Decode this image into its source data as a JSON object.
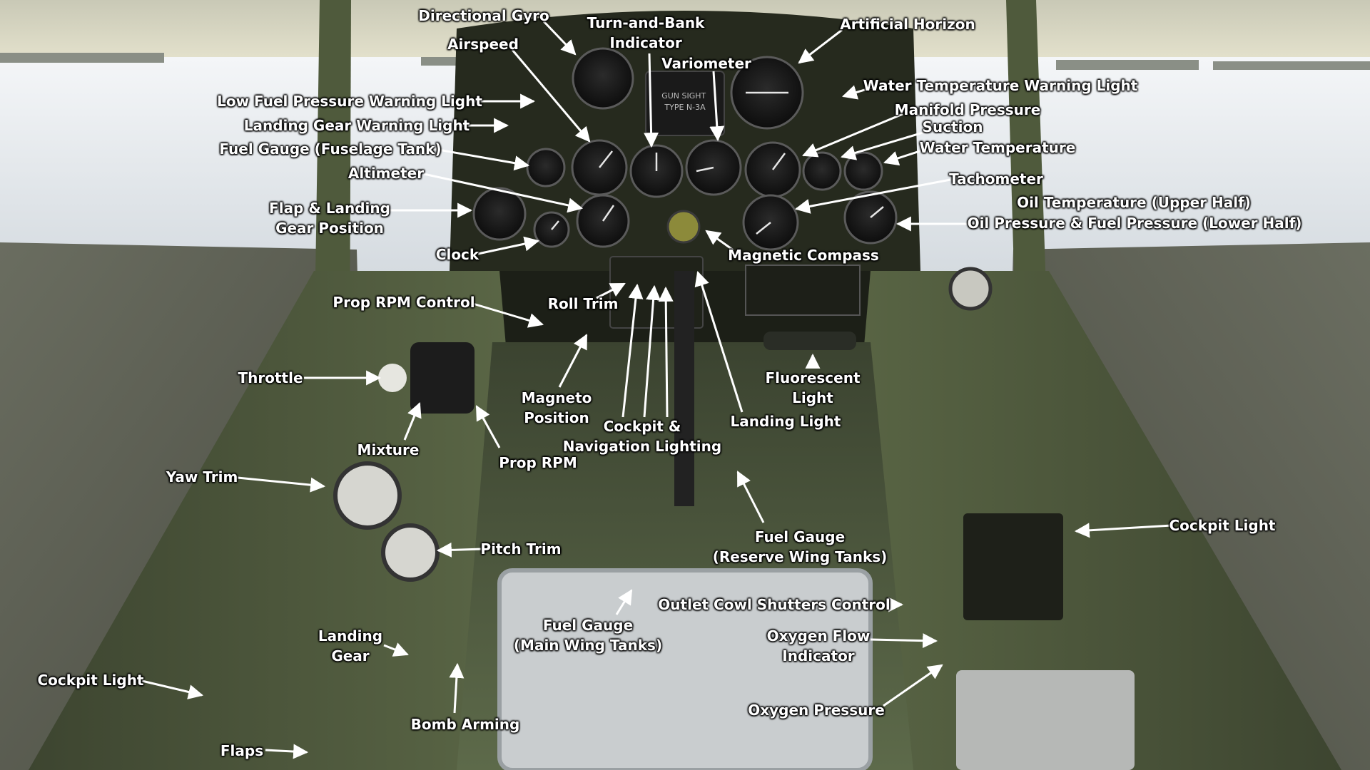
{
  "colors": {
    "label": "#ffffff",
    "arrow": "#ffffff",
    "panel": "#2c3023",
    "frame": "#566042",
    "snow": "#eef1f3",
    "sky": "#e9e6cf"
  },
  "labels": [
    {
      "id": "directional-gyro",
      "lines": [
        "Directional Gyro"
      ]
    },
    {
      "id": "turn-and-bank",
      "lines": [
        "Turn-and-Bank",
        "Indicator"
      ]
    },
    {
      "id": "artificial-horizon",
      "lines": [
        "Artificial Horizon"
      ]
    },
    {
      "id": "airspeed",
      "lines": [
        "Airspeed"
      ]
    },
    {
      "id": "variometer",
      "lines": [
        "Variometer"
      ]
    },
    {
      "id": "low-fuel-pressure-warning-light",
      "lines": [
        "Low Fuel Pressure Warning Light"
      ]
    },
    {
      "id": "water-temperature-warning-light",
      "lines": [
        "Water Temperature Warning Light"
      ]
    },
    {
      "id": "landing-gear-warning-light",
      "lines": [
        "Landing Gear Warning Light"
      ]
    },
    {
      "id": "manifold-pressure",
      "lines": [
        "Manifold Pressure"
      ]
    },
    {
      "id": "suction",
      "lines": [
        "Suction"
      ]
    },
    {
      "id": "fuel-gauge-fuselage",
      "lines": [
        "Fuel Gauge (Fuselage Tank)"
      ]
    },
    {
      "id": "water-temperature",
      "lines": [
        "Water Temperature"
      ]
    },
    {
      "id": "altimeter",
      "lines": [
        "Altimeter"
      ]
    },
    {
      "id": "tachometer",
      "lines": [
        "Tachometer"
      ]
    },
    {
      "id": "flap-landing-gear-position",
      "lines": [
        "Flap & Landing",
        "Gear Position"
      ]
    },
    {
      "id": "oil-temperature",
      "lines": [
        "Oil Temperature (Upper Half)"
      ]
    },
    {
      "id": "oil-fuel-pressure",
      "lines": [
        "Oil Pressure & Fuel Pressure (Lower Half)"
      ]
    },
    {
      "id": "clock",
      "lines": [
        "Clock"
      ]
    },
    {
      "id": "magnetic-compass",
      "lines": [
        "Magnetic Compass"
      ]
    },
    {
      "id": "prop-rpm-control",
      "lines": [
        "Prop RPM Control"
      ]
    },
    {
      "id": "roll-trim",
      "lines": [
        "Roll Trim"
      ]
    },
    {
      "id": "throttle",
      "lines": [
        "Throttle"
      ]
    },
    {
      "id": "fluorescent-light",
      "lines": [
        "Fluorescent",
        "Light"
      ]
    },
    {
      "id": "magneto-position",
      "lines": [
        "Magneto",
        "Position"
      ]
    },
    {
      "id": "landing-light",
      "lines": [
        "Landing Light"
      ]
    },
    {
      "id": "cockpit-navigation-lighting",
      "lines": [
        "Cockpit &",
        "Navigation Lighting"
      ]
    },
    {
      "id": "mixture",
      "lines": [
        "Mixture"
      ]
    },
    {
      "id": "prop-rpm",
      "lines": [
        "Prop RPM"
      ]
    },
    {
      "id": "yaw-trim",
      "lines": [
        "Yaw Trim"
      ]
    },
    {
      "id": "fuel-gauge-reserve",
      "lines": [
        "Fuel Gauge",
        "(Reserve Wing Tanks)"
      ]
    },
    {
      "id": "cockpit-light-right",
      "lines": [
        "Cockpit Light"
      ]
    },
    {
      "id": "pitch-trim",
      "lines": [
        "Pitch Trim"
      ]
    },
    {
      "id": "outlet-cowl-shutters",
      "lines": [
        "Outlet Cowl Shutters Control"
      ]
    },
    {
      "id": "fuel-gauge-main",
      "lines": [
        "Fuel Gauge",
        "(Main Wing Tanks)"
      ]
    },
    {
      "id": "landing-gear",
      "lines": [
        "Landing",
        "Gear"
      ]
    },
    {
      "id": "oxygen-flow-indicator",
      "lines": [
        "Oxygen Flow",
        "Indicator"
      ]
    },
    {
      "id": "cockpit-light-left",
      "lines": [
        "Cockpit Light"
      ]
    },
    {
      "id": "oxygen-pressure",
      "lines": [
        "Oxygen Pressure"
      ]
    },
    {
      "id": "bomb-arming",
      "lines": [
        "Bomb Arming"
      ]
    },
    {
      "id": "flaps",
      "lines": [
        "Flaps"
      ]
    }
  ],
  "placards": {
    "gunsight": [
      "GUN SIGHT",
      "TYPE N-3A"
    ]
  }
}
